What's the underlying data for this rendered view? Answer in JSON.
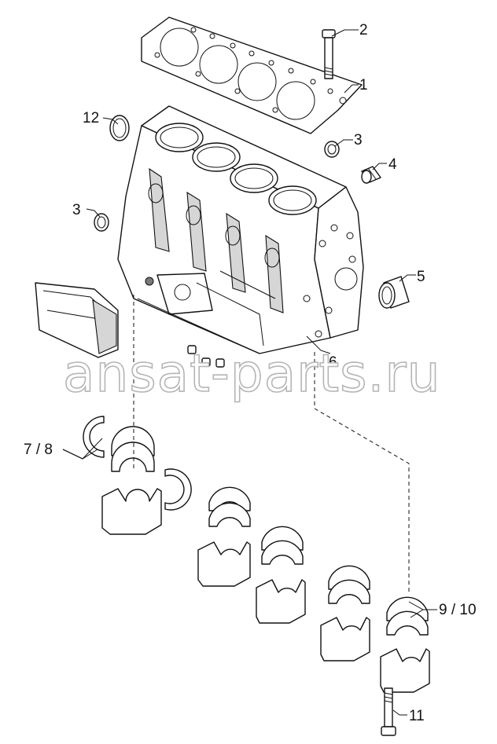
{
  "callouts": {
    "c1": "1",
    "c2": "2",
    "c3a": "3",
    "c3b": "3",
    "c4": "4",
    "c5": "5",
    "c6": "6",
    "c7_8": "7 / 8",
    "c9_10": "9 / 10",
    "c11": "11",
    "c12": "12"
  },
  "watermark": "ansat-parts.ru",
  "colors": {
    "line": "#111111",
    "background": "#ffffff",
    "watermark_outline": "#b5b5b5"
  }
}
